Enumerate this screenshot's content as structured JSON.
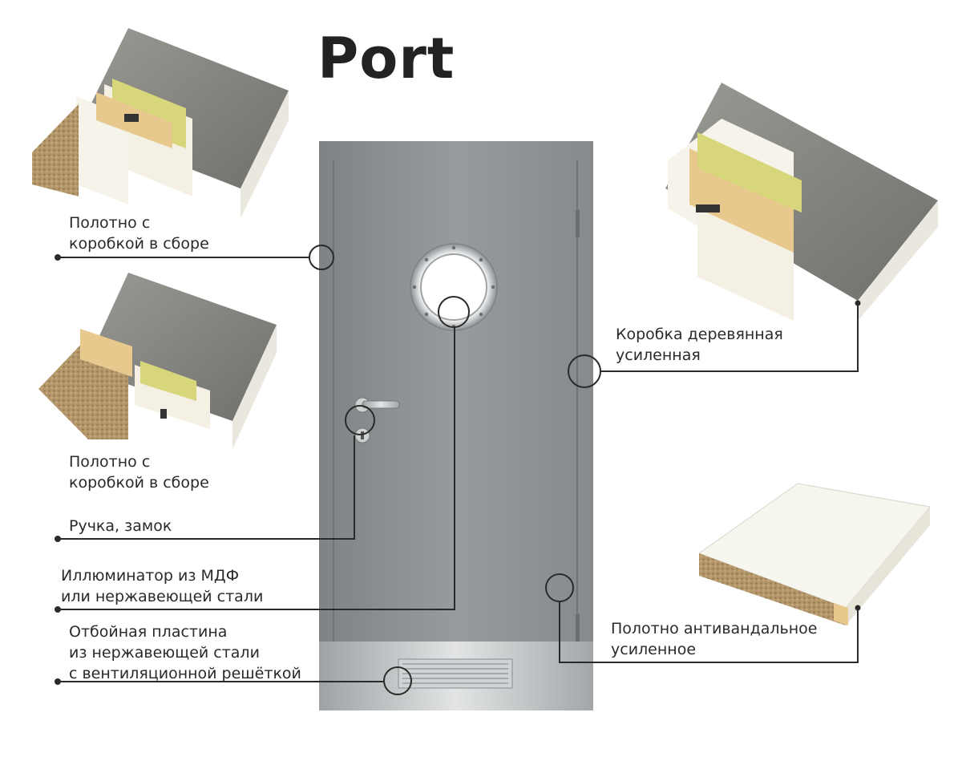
{
  "title": "Port",
  "labels": {
    "assembly_top": [
      "Полотно с",
      "коробкой в сборе"
    ],
    "assembly_mid": [
      "Полотно с",
      "коробкой в сборе"
    ],
    "handle_lock": [
      "Ручка, замок"
    ],
    "porthole": [
      "Иллюминатор из МДФ",
      "или нержавеющей стали"
    ],
    "kickplate": [
      "Отбойная пластина",
      "из нержавеющей стали",
      "с вентиляционной решёткой"
    ],
    "frame_reinforced": [
      "Коробка деревянная",
      "усиленная"
    ],
    "leaf_antivandal": [
      "Полотно антивандальное",
      "усиленное"
    ]
  },
  "colors": {
    "door": "#8e9295",
    "door_edge": "#7c8083",
    "concrete": "#8a8a86",
    "wood": "#e8c98d",
    "foam": "#d8d67a",
    "panel_white": "#f6f4ea",
    "chipboard": "#b39669",
    "steel": "#c9cccd",
    "line": "#2a2a2a"
  }
}
